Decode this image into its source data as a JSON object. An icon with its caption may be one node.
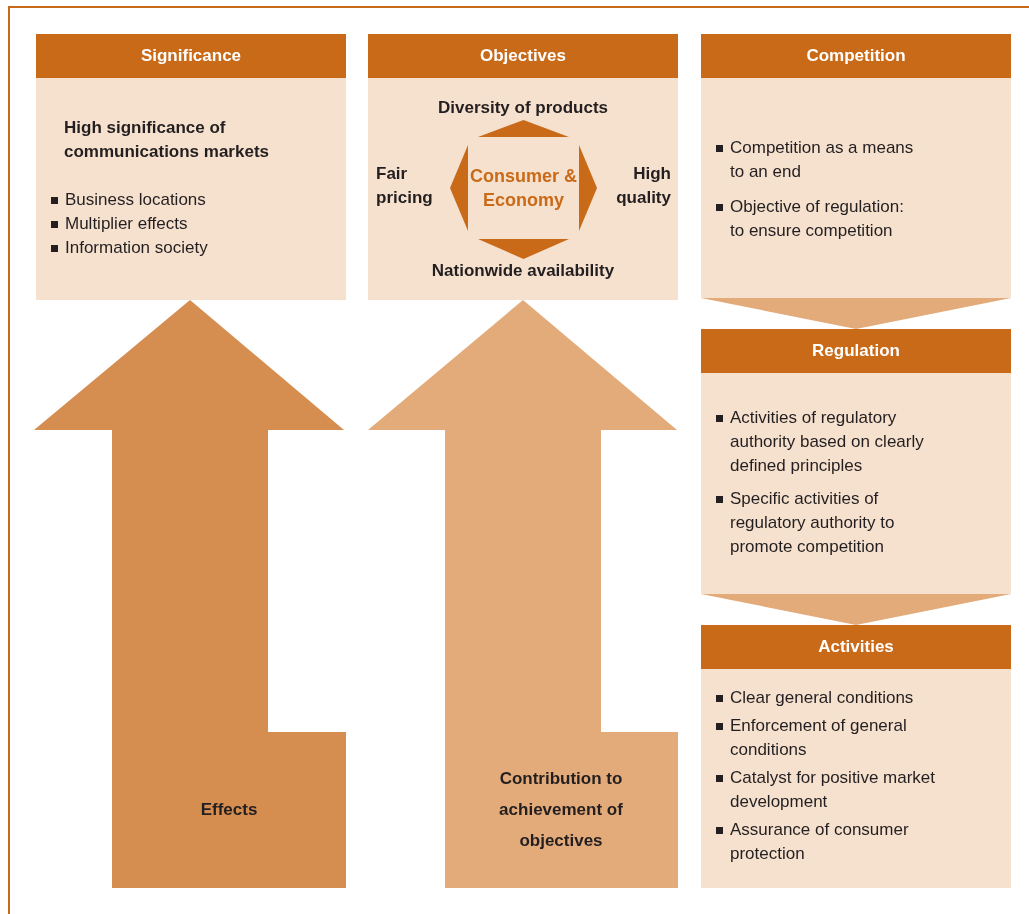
{
  "diagram": {
    "nodes": [
      {
        "text": [
          "Significance",
          "High significance of communications markets",
          "Business locations",
          "Multiplier effects",
          "Information society"
        ]
      },
      {
        "text": [
          "Objectives"
        ]
      },
      {
        "text": [
          "Consumer & Economy"
        ],
        "in": 1
      },
      {
        "text": [
          "Diversity of products"
        ],
        "in": 1
      },
      {
        "text": [
          "Fair pricing"
        ],
        "in": 1
      },
      {
        "text": [
          "High quality"
        ],
        "in": 1
      },
      {
        "text": [
          "Nationwide availability"
        ],
        "in": 1
      },
      {
        "text": [
          "Competition",
          "Competition as a means to an end",
          "Objective of regulation: to ensure competition"
        ]
      },
      {
        "text": [
          "Regulation",
          "Activities of regulatory authority based on clearly defined principles",
          "Specific activities of regulatory authority to promote competition"
        ]
      },
      {
        "text": [
          "Activities",
          "Clear general conditions",
          "Enforcement of general conditions",
          "Catalyst for positive market development",
          "Assurance of consumer protection"
        ]
      }
    ],
    "edges": [
      {
        "from": null,
        "to": 0,
        "arrow": "to",
        "label": "Effects",
        "color": "#d58d50"
      },
      {
        "from": null,
        "to": 1,
        "arrow": "to",
        "label": "Contribution to achievement of objectives",
        "color": "#e3aa7a"
      },
      {
        "from": 2,
        "to": 3,
        "arrow": "to"
      },
      {
        "from": 2,
        "to": 4,
        "arrow": "to"
      },
      {
        "from": 2,
        "to": 5,
        "arrow": "to"
      },
      {
        "from": 2,
        "to": 6,
        "arrow": "to"
      },
      {
        "from": 7,
        "to": 8,
        "arrow": "to",
        "color": "#e3aa7a"
      },
      {
        "from": 8,
        "to": 9,
        "arrow": "to",
        "color": "#e3aa7a"
      }
    ]
  }
}
